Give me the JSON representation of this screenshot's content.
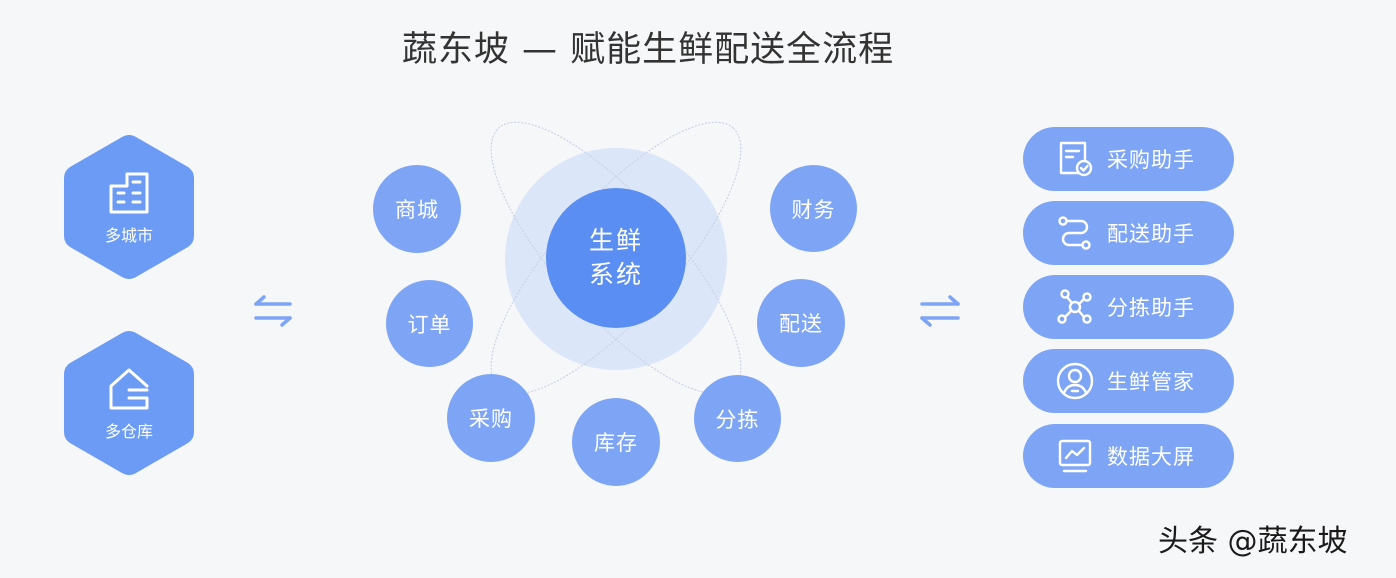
{
  "title": "蔬东坡 — 赋能生鲜配送全流程",
  "colors": {
    "background": "#f6f7f9",
    "primary": "#5b8ef2",
    "node": "#7ea5f5",
    "glow": "#dce6f9",
    "arrow": "#7ea5f5"
  },
  "left": {
    "items": [
      {
        "label": "多城市",
        "icon": "buildings-icon"
      },
      {
        "label": "多仓库",
        "icon": "warehouse-icon"
      }
    ]
  },
  "center": {
    "core": {
      "line1": "生鲜",
      "line2": "系统"
    },
    "modules": [
      {
        "label": "商城"
      },
      {
        "label": "订单"
      },
      {
        "label": "采购"
      },
      {
        "label": "库存"
      },
      {
        "label": "分拣"
      },
      {
        "label": "配送"
      },
      {
        "label": "财务"
      }
    ]
  },
  "right": {
    "tools": [
      {
        "label": "采购助手",
        "icon": "document-check-icon"
      },
      {
        "label": "配送助手",
        "icon": "route-icon"
      },
      {
        "label": "分拣助手",
        "icon": "network-nodes-icon"
      },
      {
        "label": "生鲜管家",
        "icon": "user-profile-icon"
      },
      {
        "label": "数据大屏",
        "icon": "monitor-chart-icon"
      }
    ]
  },
  "watermark": "头条 @蔬东坡"
}
